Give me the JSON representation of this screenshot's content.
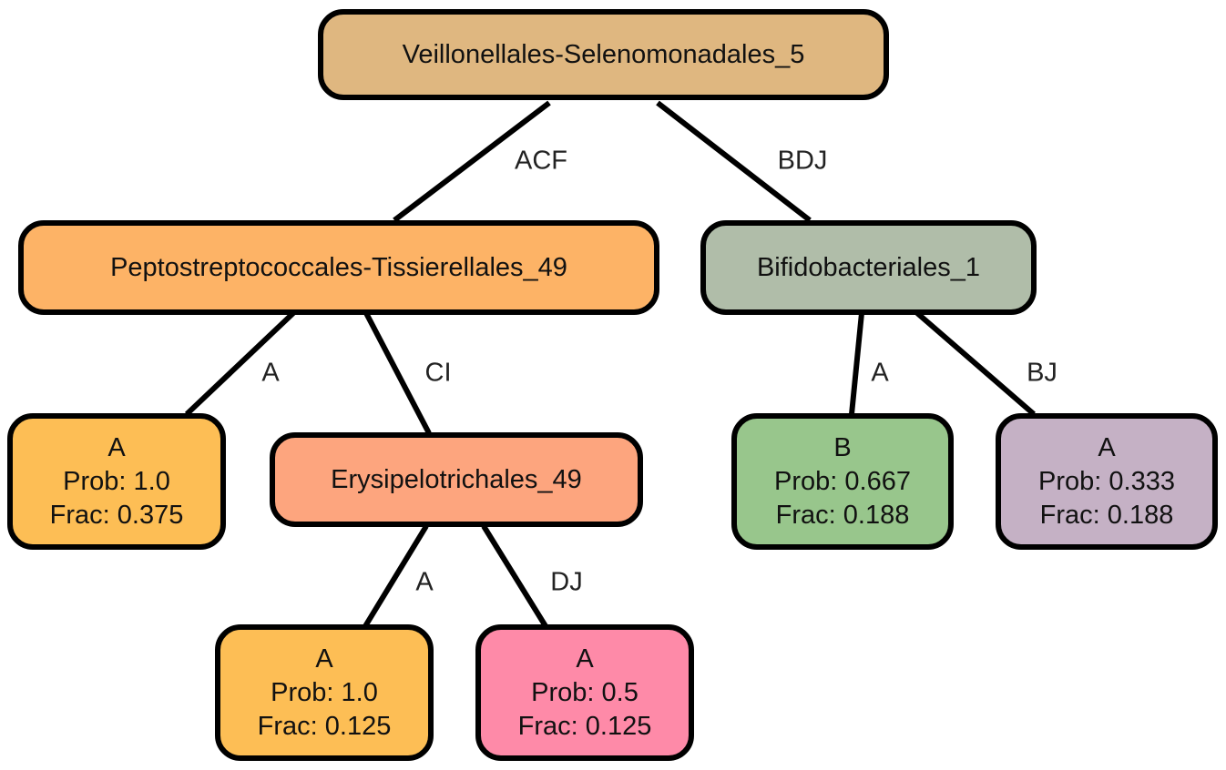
{
  "colors": {
    "root": "#dfb780",
    "pepto": "#fdb366",
    "erysipelo": "#fda57e",
    "bifido": "#b0bda9",
    "leaf_a_orange": "#fdbe55",
    "leaf_a_pink": "#fe8aa8",
    "leaf_b_green": "#98c68c",
    "leaf_a_purple": "#c5b1c5",
    "edge": "#000000"
  },
  "nodes": {
    "root": {
      "title": "Veillonellales-Selenomonadales_5"
    },
    "pepto": {
      "title": "Peptostreptococcales-Tissierellales_49"
    },
    "bifido": {
      "title": "Bifidobacteriales_1"
    },
    "erysipelo": {
      "title": "Erysipelotrichales_49"
    },
    "leaf1": {
      "title": "A",
      "prob": "Prob: 1.0",
      "frac": "Frac: 0.375"
    },
    "leaf2": {
      "title": "A",
      "prob": "Prob: 1.0",
      "frac": "Frac: 0.125"
    },
    "leaf3": {
      "title": "A",
      "prob": "Prob: 0.5",
      "frac": "Frac: 0.125"
    },
    "leaf4": {
      "title": "B",
      "prob": "Prob: 0.667",
      "frac": "Frac: 0.188"
    },
    "leaf5": {
      "title": "A",
      "prob": "Prob: 0.333",
      "frac": "Frac: 0.188"
    }
  },
  "edges": {
    "root_pepto": "ACF",
    "root_bifido": "BDJ",
    "pepto_leaf1": "A",
    "pepto_erysipelo": "CI",
    "erysipelo_leaf2": "A",
    "erysipelo_leaf3": "DJ",
    "bifido_leaf4": "A",
    "bifido_leaf5": "BJ"
  }
}
